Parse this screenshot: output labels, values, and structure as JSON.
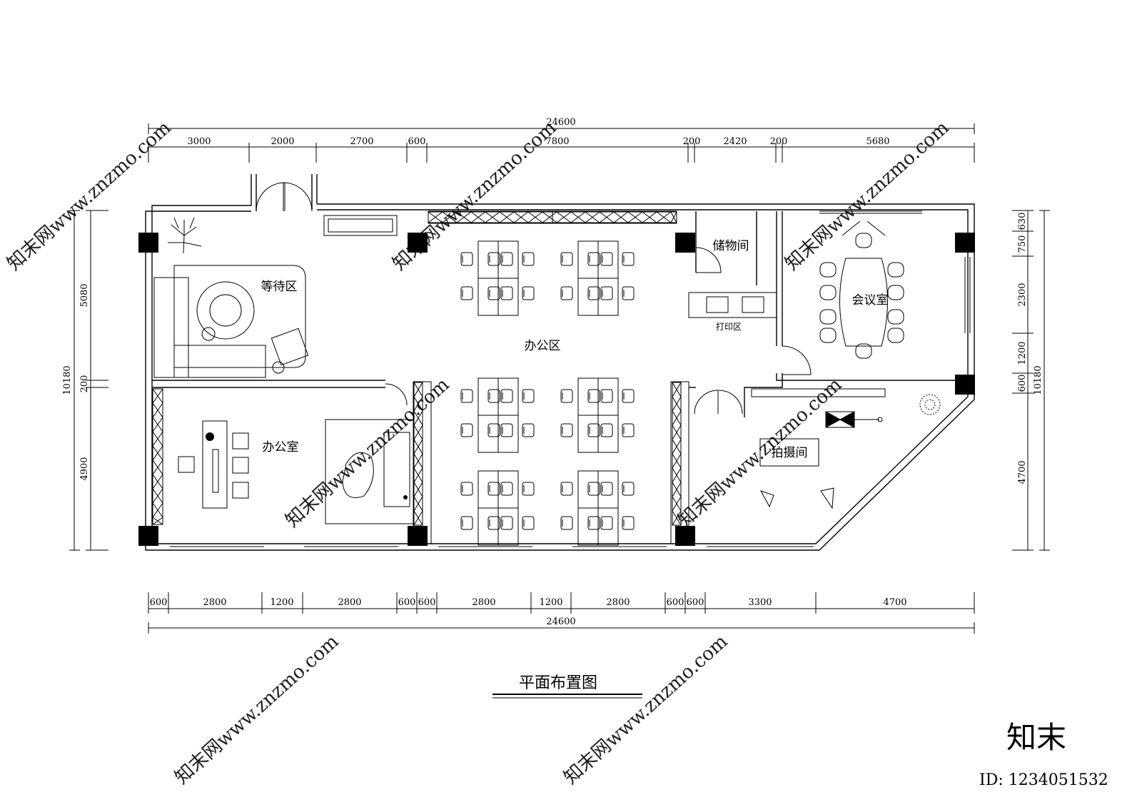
{
  "title": "平面布置图",
  "dimensions": {
    "top_total": "24600",
    "top": [
      "3000",
      "2000",
      "2700",
      "600",
      "7800",
      "200",
      "2420",
      "200",
      "5680"
    ],
    "bottom_total": "24600",
    "bottom": [
      "600",
      "2800",
      "1200",
      "2800",
      "600",
      "600",
      "2800",
      "1200",
      "2800",
      "600",
      "600",
      "3300",
      "4700"
    ],
    "left_total": "10180",
    "left": [
      "5080",
      "200",
      "4900"
    ],
    "right_total": "10180",
    "right": [
      "630",
      "750",
      "2300",
      "1200",
      "600",
      "4700"
    ]
  },
  "rooms": {
    "waiting": "等待区",
    "office_area": "办公区",
    "storage": "储物间",
    "print": "打印区",
    "meeting": "会议室",
    "office": "办公室",
    "studio": "拍摄间"
  },
  "watermark": {
    "text": "知末网www.znzmo.com",
    "brand": "知末",
    "id": "ID: 1234051532"
  }
}
